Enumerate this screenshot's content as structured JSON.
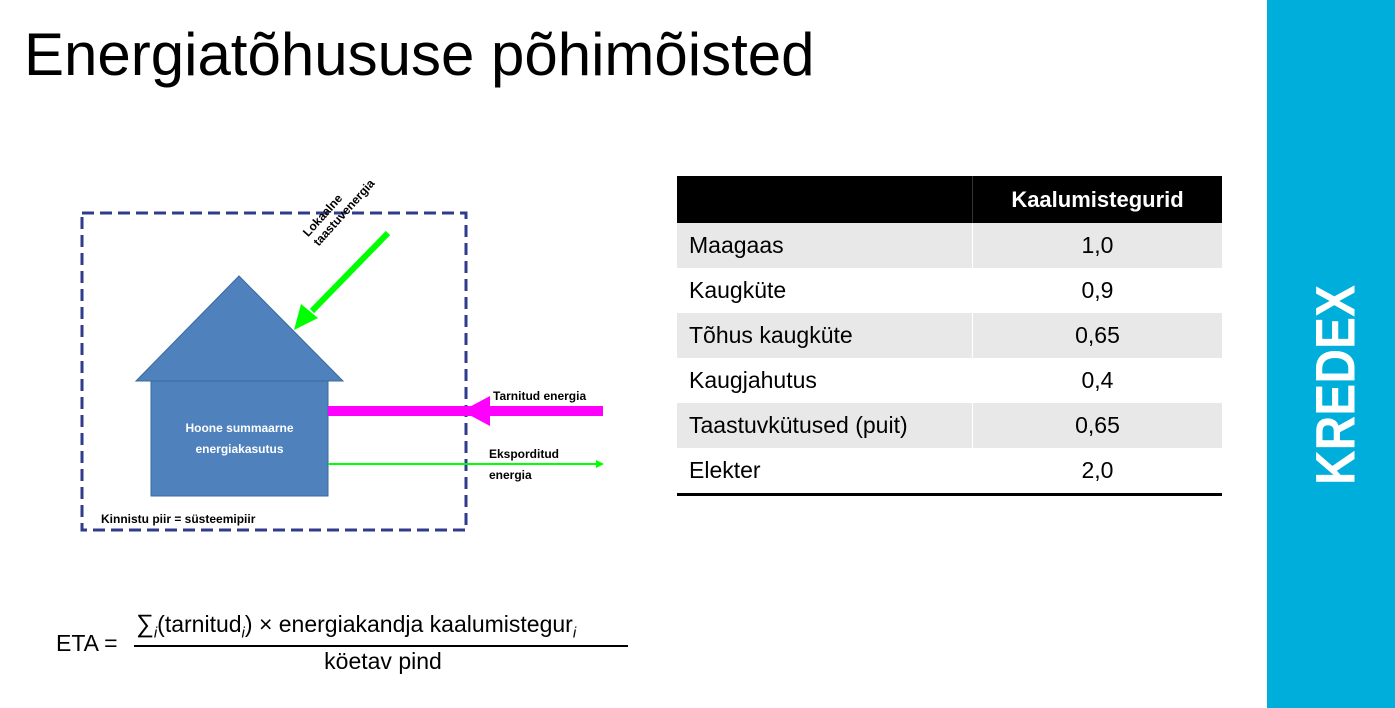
{
  "slide": {
    "title": "Energiatõhususe põhimõisted",
    "brand": "KREDEX",
    "brand_color": "#00aedb"
  },
  "diagram": {
    "local_renewable_label": "Lokaalne taastuvenergia",
    "delivered_label": "Tarnitud energia",
    "exported_label_line1": "Eksporditud",
    "exported_label_line2": "energia",
    "house_label_line1": "Hoone summaarne",
    "house_label_line2": "energiakasutus",
    "boundary_label": "Kinnistu piir = süsteemipiir",
    "colors": {
      "house": "#4f81bd",
      "boundary": "#2f3b8c",
      "delivered_arrow": "#ff00ff",
      "renewable_arrow": "#00ff00",
      "export_arrow": "#00ff00"
    }
  },
  "weights_table": {
    "header": "Kaalumistegurid",
    "rows": [
      {
        "name": "Maagaas",
        "value": "1,0"
      },
      {
        "name": "Kaugküte",
        "value": "0,9"
      },
      {
        "name": "Tõhus kaugküte",
        "value": "0,65"
      },
      {
        "name": "Kaugjahutus",
        "value": "0,4"
      },
      {
        "name": "Taastuvkütused (puit)",
        "value": "0,65"
      },
      {
        "name": "Elekter",
        "value": "2,0"
      }
    ]
  },
  "formula": {
    "lhs": "ETA =",
    "numerator_sum": "∑",
    "numerator_sub": "i",
    "numerator_text1": "(tarnitud",
    "numerator_sub2": "i",
    "numerator_text2": ") × energiakandja kaalumistegur",
    "numerator_sub3": "i",
    "denominator": "köetav pind"
  }
}
